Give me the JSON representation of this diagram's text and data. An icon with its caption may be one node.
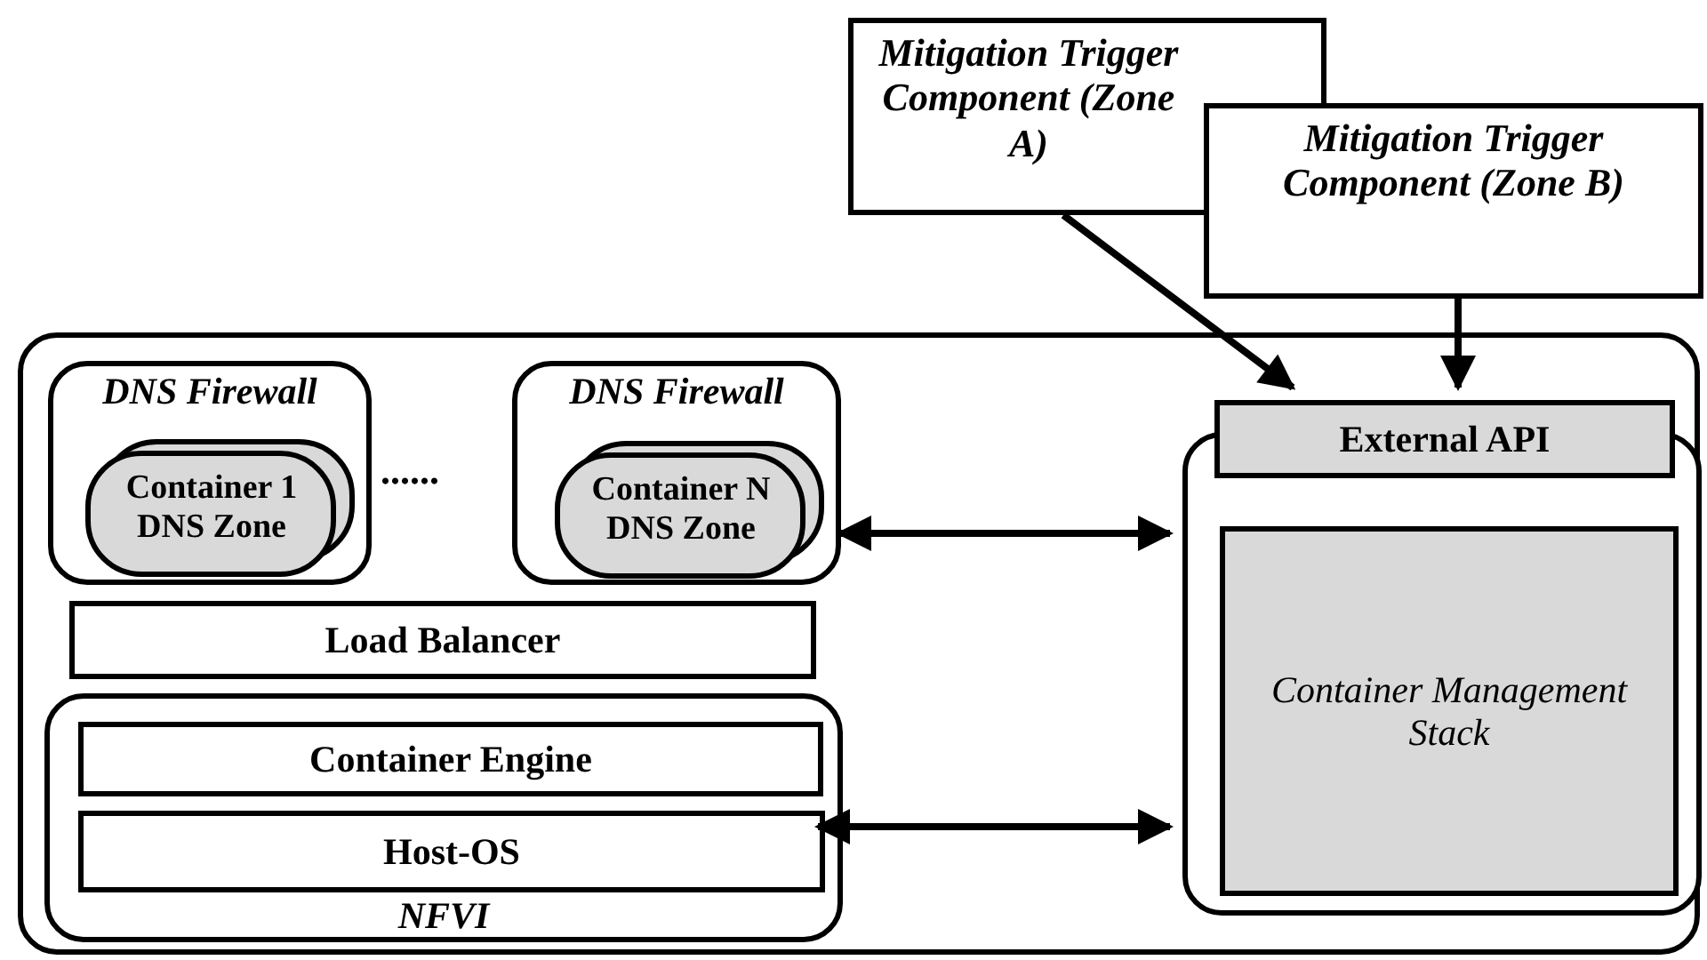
{
  "diagram": {
    "nodes": [
      {
        "text": [],
        "shape": "box"
      },
      {
        "text": [
          "DNS Firewall"
        ],
        "in": 0
      },
      {
        "text": [
          "Container 1 DNS Zone"
        ],
        "in": 1
      },
      {
        "text": [
          "DNS Firewall"
        ],
        "in": 0
      },
      {
        "text": [
          "Container N DNS Zone"
        ],
        "in": 3
      },
      {
        "text": [
          "Load Balancer"
        ],
        "in": 0
      },
      {
        "text": [
          "NFVI"
        ],
        "in": 0
      },
      {
        "text": [
          "Container Engine"
        ],
        "in": 6
      },
      {
        "text": [
          "Host-OS"
        ],
        "in": 6
      },
      {
        "text": [],
        "shape": "box",
        "in": 0
      },
      {
        "text": [
          "External API"
        ],
        "in": 0
      },
      {
        "text": [
          "Container Management Stack"
        ],
        "in": 9
      },
      {
        "text": [
          "Mitigation Trigger Component (Zone A)"
        ]
      },
      {
        "text": [
          "Mitigation Trigger Component (Zone B)"
        ]
      }
    ],
    "edges": [
      {
        "from": 12,
        "to": 10,
        "arrow": "to"
      },
      {
        "from": 13,
        "to": 10,
        "arrow": "to"
      },
      {
        "from": 3,
        "to": 9,
        "arrow": "both"
      },
      {
        "from": 8,
        "to": 9,
        "arrow": "both"
      }
    ],
    "labels": [
      "......"
    ]
  }
}
